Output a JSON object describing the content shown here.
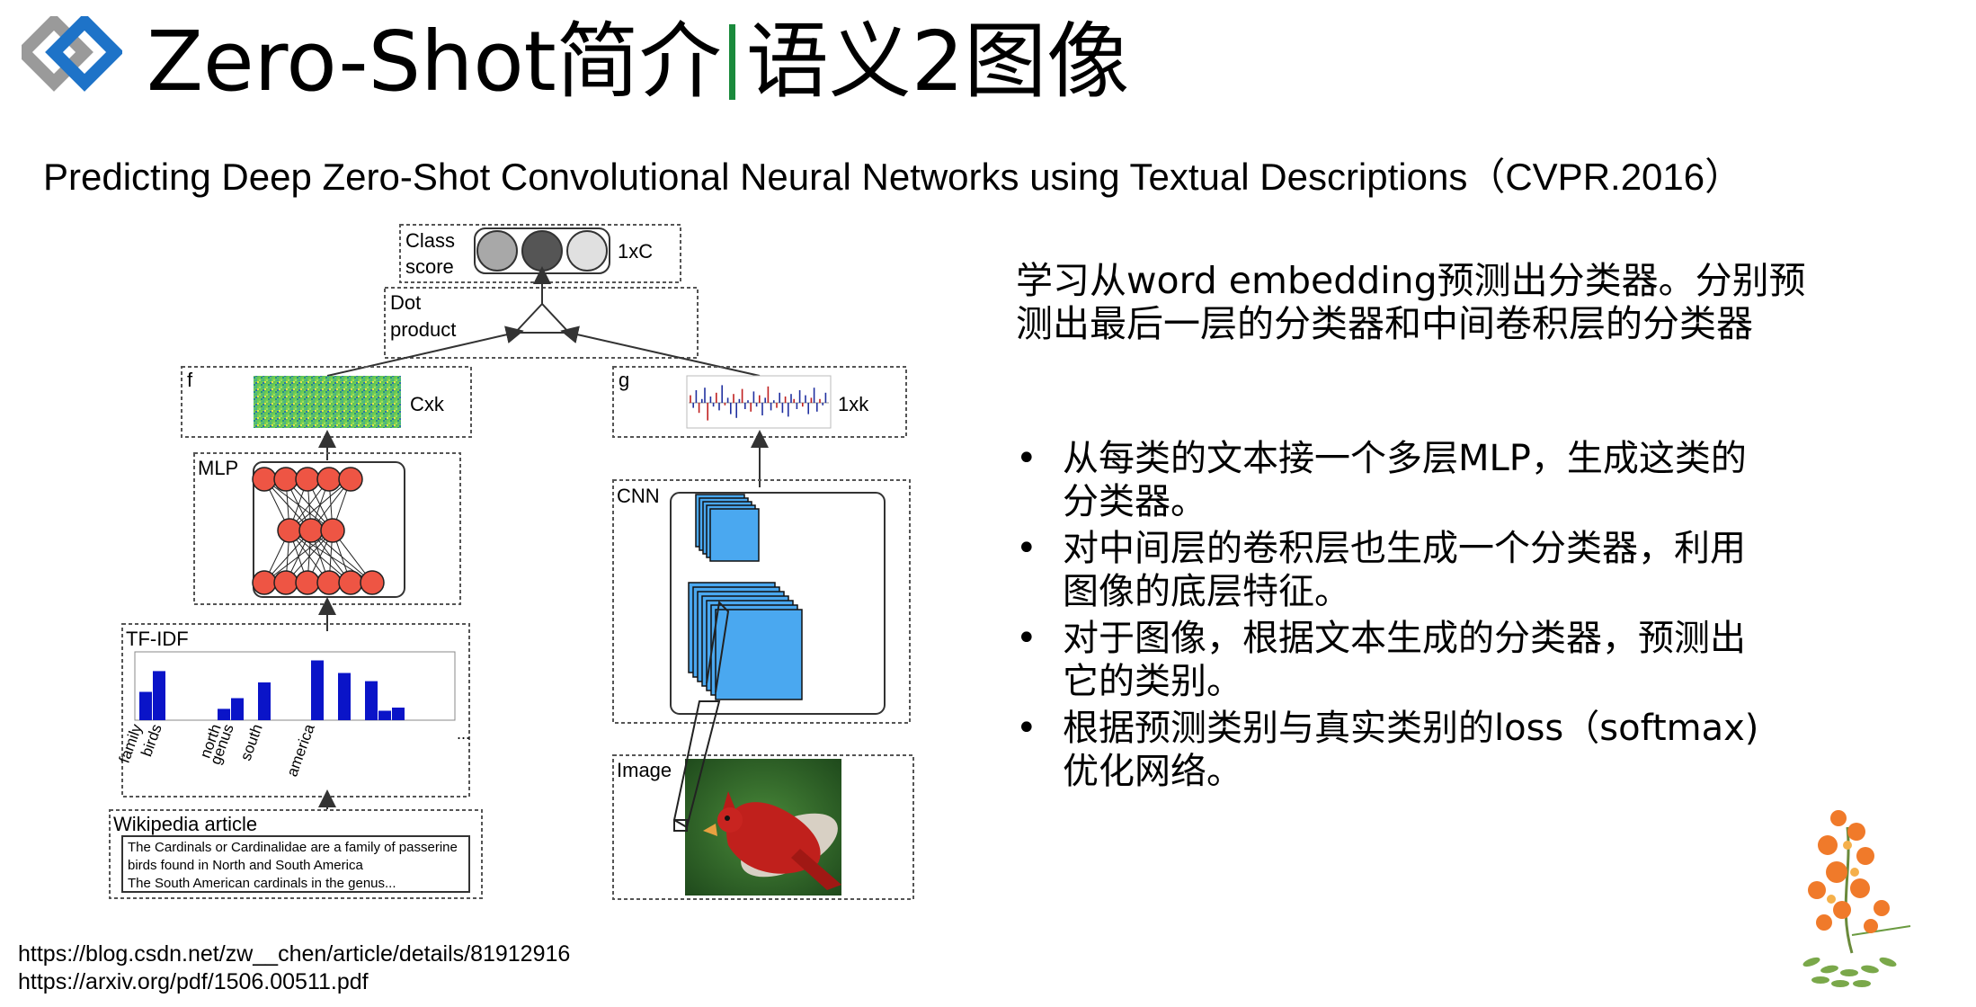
{
  "slide": {
    "title_left": "Zero-Shot简介",
    "title_right": "语义2图像",
    "paper_title": "Predicting Deep Zero-Shot Convolutional Neural Networks using Textual Descriptions（CVPR.2016）",
    "summary_lines": [
      "学习从word embedding预测出分类器。分别预",
      "测出最后一层的分类器和中间卷积层的分类器"
    ],
    "bullets": [
      {
        "line1": "从每类的文本接一个多层MLP，生成这类的",
        "line2": "分类器。"
      },
      {
        "line1": "对中间层的卷积层也生成一个分类器，利用",
        "line2": "图像的底层特征。"
      },
      {
        "line1": "对于图像，根据文本生成的分类器，预测出",
        "line2": "它的类别。"
      },
      {
        "line1": "根据预测类别与真实类别的loss（softmax)",
        "line2": "优化网络。"
      }
    ],
    "urls": [
      "https://blog.csdn.net/zw__chen/article/details/81912916",
      "https://arxiv.org/pdf/1506.00511.pdf"
    ],
    "bullet_symbol": "•"
  },
  "diagram": {
    "class_score_line1": "Class",
    "class_score_line2": "score",
    "class_score_dim": "1xC",
    "dot_product_line1": "Dot",
    "dot_product_line2": "product",
    "f_label": "f",
    "f_dim": "Cxk",
    "g_label": "g",
    "g_dim": "1xk",
    "mlp_label": "MLP",
    "cnn_label": "CNN",
    "tfidf_label": "TF-IDF",
    "tfidf_words": [
      "family",
      "birds",
      "north",
      "genus",
      "south",
      "america"
    ],
    "tfidf_ellipsis": "...",
    "image_label": "Image",
    "wiki_label": "Wikipedia article",
    "wiki_lines": [
      "The Cardinals or Cardinalidae are a family of  passerine",
      "birds found in North and South America",
      "The South American cardinals in the genus..."
    ],
    "tfidf_values": [
      0.45,
      0.78,
      0.18,
      0.35,
      0.6,
      0.95,
      0.75,
      0.62,
      0.15,
      0.2
    ],
    "colors": {
      "bar": "#0a14c8",
      "neuron": "#ee5544",
      "cnn_block": "#4aa8f0",
      "dash": "#555555"
    }
  }
}
